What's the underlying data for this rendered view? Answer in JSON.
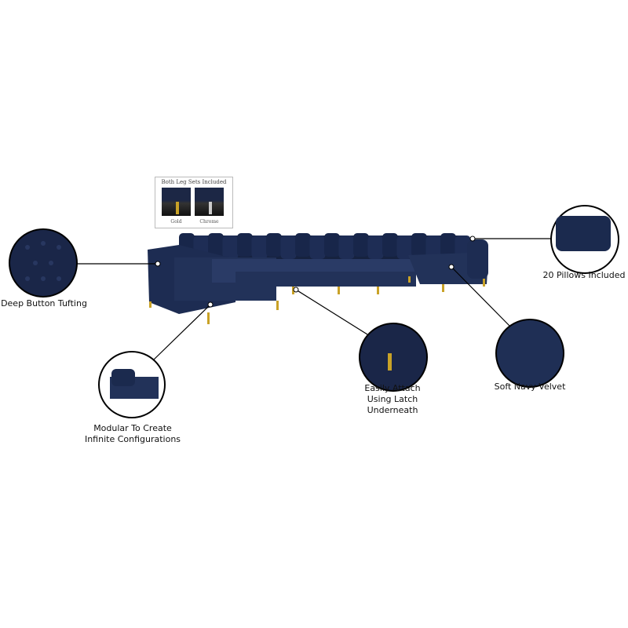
{
  "colors": {
    "navy": "#1b2a4e",
    "dark_navy": "#14203d",
    "gold": "#c9a227",
    "line": "#000000"
  },
  "inset": {
    "title": "Both Leg Sets Included",
    "options": [
      "Gold",
      "Chrome"
    ]
  },
  "callouts": {
    "tufting": "Deep Button Tufting",
    "modular": [
      "Modular To Create",
      "Infinite Configurations"
    ],
    "latch": [
      "Easily Attach",
      "Using Latch",
      "Underneath"
    ],
    "velvet": "Soft Navy Velvet",
    "pillows": "20 Pillows Included"
  }
}
